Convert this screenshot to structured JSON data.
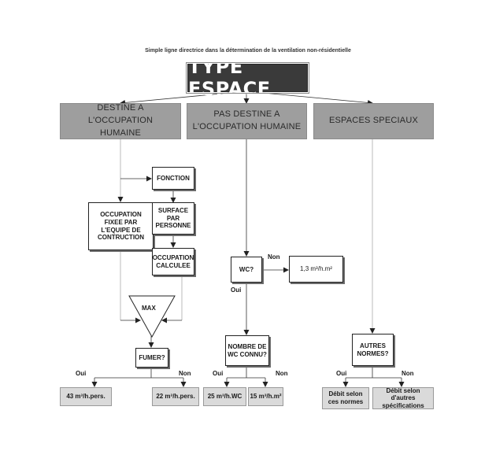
{
  "subtitle": "Simple ligne directrice dans la détermination de la ventilation non-résidentielle",
  "title": "TYPE ESPACE",
  "categories": {
    "destine": "DESTINE A L'OCCUPATION HUMAINE",
    "pas_destine": "PAS DESTINE A L'OCCUPATION HUMAINE",
    "speciaux": "ESPACES SPECIAUX"
  },
  "nodes": {
    "fonction": "FONCTION",
    "occupation_fixee": "OCCUPATION FIXEE PAR L'EQUIPE DE CONTRUCTION",
    "surface_par_personne": "SURFACE PAR PERSONNE",
    "occupation_calculee": "OCCUPATION CALCULEE",
    "max": "MAX",
    "fumer": "FUMER?",
    "wc": "WC?",
    "nombre_wc": "NOMBRE DE WC CONNU?",
    "autres_normes": "AUTRES NORMES?"
  },
  "results": {
    "r43": "43 m³/h.pers.",
    "r22": "22 m³/h.pers.",
    "r13": "1,3 m³/h.m²",
    "r25": "25 m³/h.WC",
    "r15": "15 m³/h.m²",
    "debit_normes": "Débit selon ces normes",
    "debit_autres": "Débit selon d'autres spécifications"
  },
  "labels": {
    "oui": "Oui",
    "non": "Non"
  }
}
